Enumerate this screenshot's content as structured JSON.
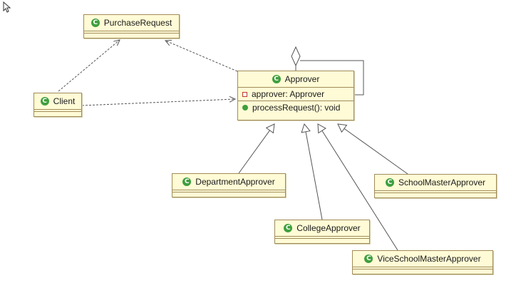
{
  "classes": {
    "purchase_request": {
      "name": "PurchaseRequest",
      "icon": "class-icon"
    },
    "client": {
      "name": "Client",
      "icon": "class-icon"
    },
    "approver": {
      "name": "Approver",
      "icon": "class-icon",
      "attribute": "approver: Approver",
      "operation": "processRequest(): void"
    },
    "department_approver": {
      "name": "DepartmentApprover",
      "icon": "class-icon"
    },
    "college_approver": {
      "name": "CollegeApprover",
      "icon": "class-icon"
    },
    "school_master_approver": {
      "name": "SchoolMasterApprover",
      "icon": "class-icon"
    },
    "vice_school_master_approver": {
      "name": "ViceSchoolMasterApprover",
      "icon": "class-icon"
    }
  },
  "icon_letter": "C",
  "colors": {
    "class_fill": "#fffbd6",
    "class_border": "#a08c5a",
    "class_icon": "#3f9f3f",
    "private_icon": "#c0392b",
    "line": "#555555"
  }
}
